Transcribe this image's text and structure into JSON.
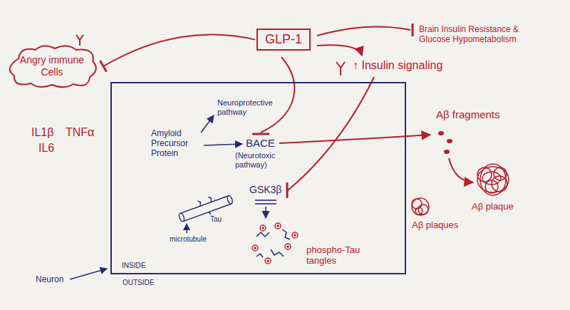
{
  "diagram": {
    "nodes": [
      {
        "text": [
          "GLP-1"
        ]
      },
      {
        "text": [
          "Angry immune Cells"
        ]
      },
      {
        "text": [
          "INSIDE"
        ]
      }
    ],
    "edges": [
      {
        "from": 0,
        "to": 1,
        "arrow": "to"
      }
    ],
    "labels": [
      "Brain Insulin Resistance & Glucose Hypometabolism",
      "↑ Insulin signaling",
      "Neuroprotective pathway",
      "Amyloid Precursor Protein",
      "BACE",
      "(Neurotoxic pathway)",
      "Aβ fragments",
      "IL1β",
      "TNFα",
      "IL6",
      "GSK3β",
      "Tau",
      "microtubule",
      "Aβ plaque",
      "Aβ plaques",
      "phospho-Tau tangles",
      "Neuron",
      "OUTSIDE"
    ]
  }
}
